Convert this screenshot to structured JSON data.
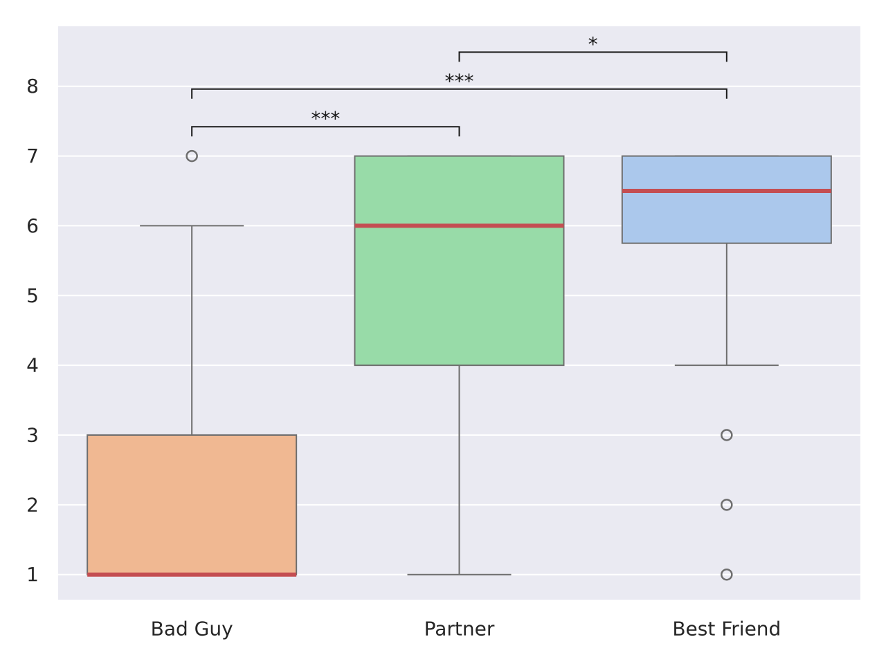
{
  "chart_data": {
    "type": "box",
    "title": "",
    "xlabel": "",
    "ylabel": "",
    "categories": [
      "Bad Guy",
      "Partner",
      "Best Friend"
    ],
    "ylim": [
      0.64,
      8.86
    ],
    "yticks": [
      1,
      2,
      3,
      4,
      5,
      6,
      7,
      8
    ],
    "ytick_labels": [
      "1",
      "2",
      "3",
      "4",
      "5",
      "6",
      "7",
      "8"
    ],
    "grid": true,
    "boxes": [
      {
        "category": "Bad Guy",
        "whisker_low": 1,
        "q1": 1,
        "median": 1,
        "q3": 3,
        "whisker_high": 6,
        "outliers": [
          7
        ],
        "color": "#f0b892"
      },
      {
        "category": "Partner",
        "whisker_low": 1,
        "q1": 4,
        "median": 6,
        "q3": 7,
        "whisker_high": 7,
        "outliers": [],
        "color": "#98dba8"
      },
      {
        "category": "Best Friend",
        "whisker_low": 4,
        "q1": 5.75,
        "median": 6.5,
        "q3": 7,
        "whisker_high": 7,
        "outliers": [
          1,
          2,
          3
        ],
        "color": "#abc8ec"
      }
    ],
    "significance": [
      {
        "from": 0,
        "to": 1,
        "level": 7.42,
        "label": "***"
      },
      {
        "from": 0,
        "to": 2,
        "level": 7.96,
        "label": "***"
      },
      {
        "from": 1,
        "to": 2,
        "level": 8.49,
        "label": "*"
      }
    ],
    "colors": {
      "background": "#eaeaf2",
      "grid": "#ffffff",
      "box_edge": "#6e6e6e",
      "median": "#c44e52",
      "bracket": "#1a1a1a"
    }
  }
}
